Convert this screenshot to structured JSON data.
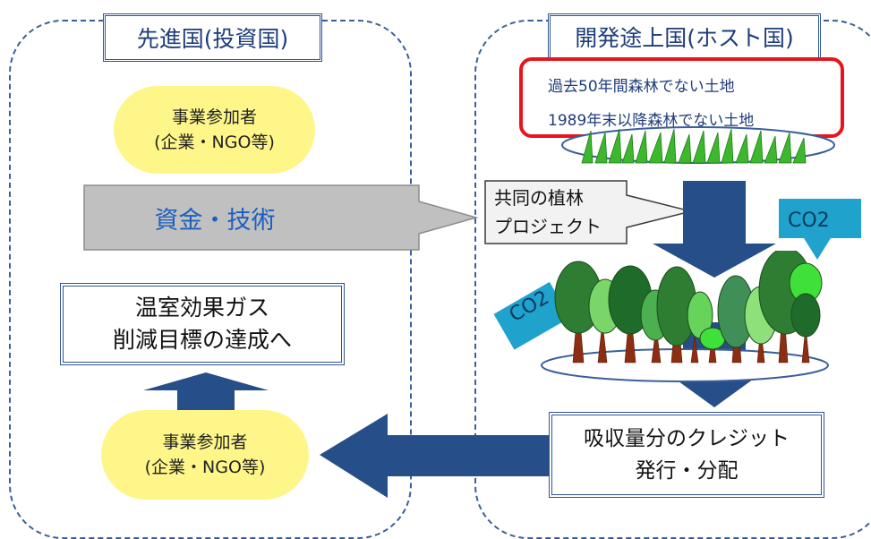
{
  "left_region": {
    "title": "先進国(投資国)",
    "participants_top": {
      "line1": "事業参加者",
      "line2": "(企業・NGO等)"
    },
    "funds_tech": "資金・技術",
    "goal": {
      "line1": "温室効果ガス",
      "line2": "削減目標の達成へ"
    },
    "participants_bottom": {
      "line1": "事業参加者",
      "line2": "(企業・NGO等)"
    }
  },
  "right_region": {
    "title": "開発途上国(ホスト国)",
    "land_condition_1": "過去50年間森林でない土地",
    "land_condition_2": "1989年末以降森林でない土地",
    "joint_project": {
      "line1": "共同の植林",
      "line2": "プロジェクト"
    },
    "co2_label_right": "CO2",
    "co2_label_left": "CO2",
    "credit": {
      "line1": "吸収量分のクレジット",
      "line2": "発行・分配"
    }
  },
  "colors": {
    "region_border": "#3a5f9a",
    "title_text": "#1f3d7a",
    "oval_fill": "#fff68a",
    "funds_arrow_fill": "#c0c0c0",
    "funds_text": "#1f5fbf",
    "big_arrow_fill": "#264f8a",
    "highlight_border": "#e8141c",
    "co2_fill": "#1fa2cc"
  }
}
